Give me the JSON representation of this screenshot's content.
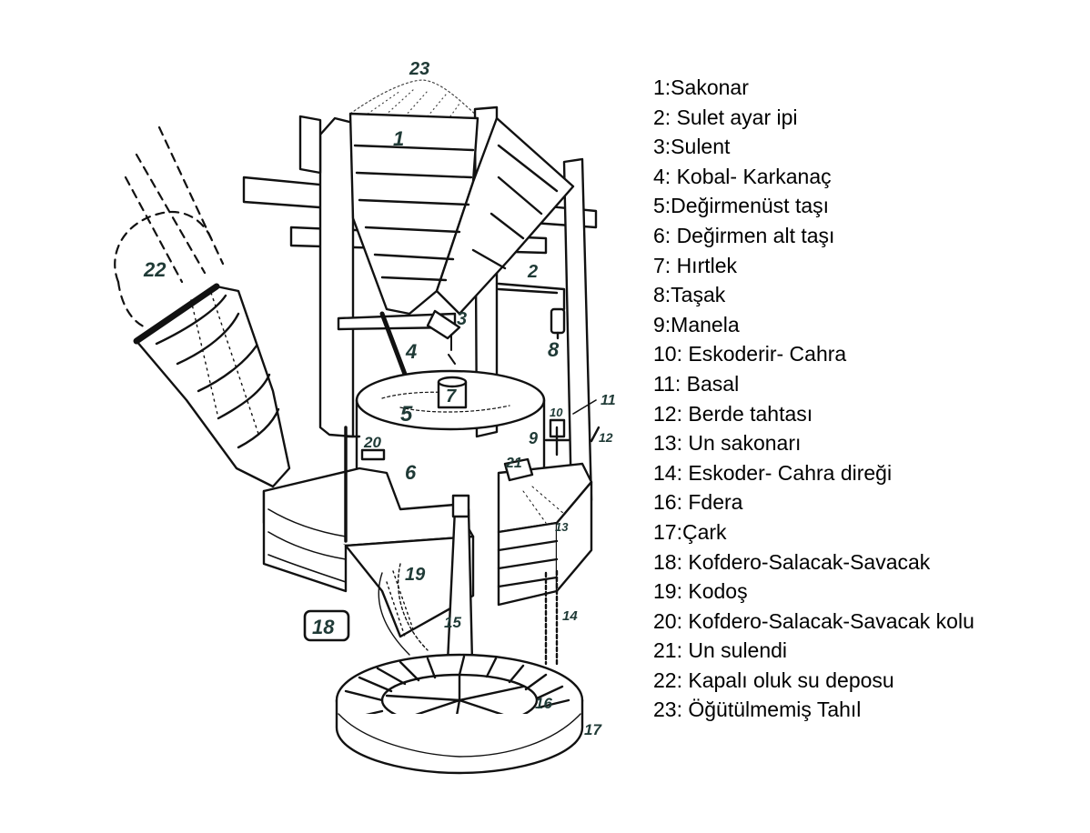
{
  "diagram": {
    "callouts": {
      "n1": "1",
      "n2": "2",
      "n3": "3",
      "n4": "4",
      "n5": "5",
      "n6": "6",
      "n7": "7",
      "n8": "8",
      "n9": "9",
      "n10": "10",
      "n11": "11",
      "n12": "12",
      "n13": "13",
      "n14": "14",
      "n15": "15",
      "n16": "16",
      "n17": "17",
      "n18": "18",
      "n19": "19",
      "n20": "20",
      "n21": "21",
      "n22": "22",
      "n23": "23"
    }
  },
  "legend": {
    "items": [
      "1:Sakonar",
      "2: Sulet ayar ipi",
      "3:Sulent",
      "4: Kobal- Karkanaç",
      "5:Değirmenüst taşı",
      "6: Değirmen alt taşı",
      "7: Hırtlek",
      "8:Taşak",
      "9:Manela",
      "10: Eskoderir- Cahra",
      "11: Basal",
      "12: Berde tahtası",
      "13: Un sakonarı",
      "14: Eskoder- Cahra direği",
      "16: Fdera",
      "17:Çark",
      "18: Kofdero-Salacak-Savacak",
      "19: Kodoş",
      "20: Kofdero-Salacak-Savacak kolu",
      "21: Un sulendi",
      "22: Kapalı oluk su deposu",
      "23: Öğütülmemiş Tahıl"
    ]
  }
}
